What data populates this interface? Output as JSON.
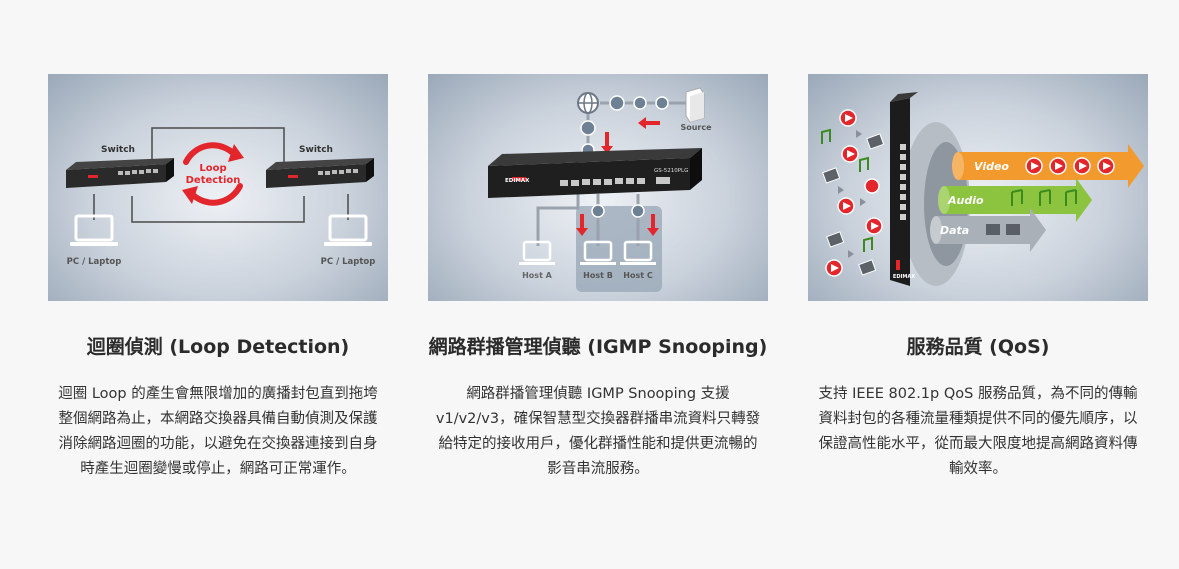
{
  "cards": [
    {
      "title": "迴圈偵測 (Loop Detection)",
      "description": "迴圈 Loop 的產生會無限增加的廣播封包直到拖垮整個網路為止，本網路交換器具備自動偵測及保護消除網路迴圈的功能，以避免在交換器連接到自身時產生迴圈變慢或停止，網路可正常運作。",
      "illustration": {
        "switch_left": "Switch",
        "switch_right": "Switch",
        "loop_label_1": "Loop",
        "loop_label_2": "Detection",
        "pc_left": "PC / Laptop",
        "pc_right": "PC / Laptop"
      }
    },
    {
      "title": "網路群播管理偵聽 (IGMP Snooping)",
      "description": "網路群播管理偵聽 IGMP Snooping 支援 v1/v2/v3，確保智慧型交換器群播串流資料只轉發給特定的接收用戶，優化群播性能和提供更流暢的影音串流服務。",
      "illustration": {
        "source": "Source",
        "brand": "EDIMAX",
        "model": "GS-5210PLG",
        "host_a": "Host A",
        "host_b": "Host B",
        "host_c": "Host C"
      }
    },
    {
      "title": "服務品質 (QoS)",
      "description": "支持 IEEE 802.1p QoS 服務品質，為不同的傳輸資料封包的各種流量種類提供不同的優先順序，以保證高性能水平，從而最大限度地提高網路資料傳輸效率。",
      "illustration": {
        "video": "Video",
        "audio": "Audio",
        "data": "Data",
        "brand": "EDIMAX"
      }
    }
  ],
  "colors": {
    "accent_red": "#e3262c",
    "video_orange": "#f29a2e",
    "audio_green": "#8cc43f",
    "data_gray": "#a9b0b7",
    "switch_black": "#1f1f1f"
  }
}
